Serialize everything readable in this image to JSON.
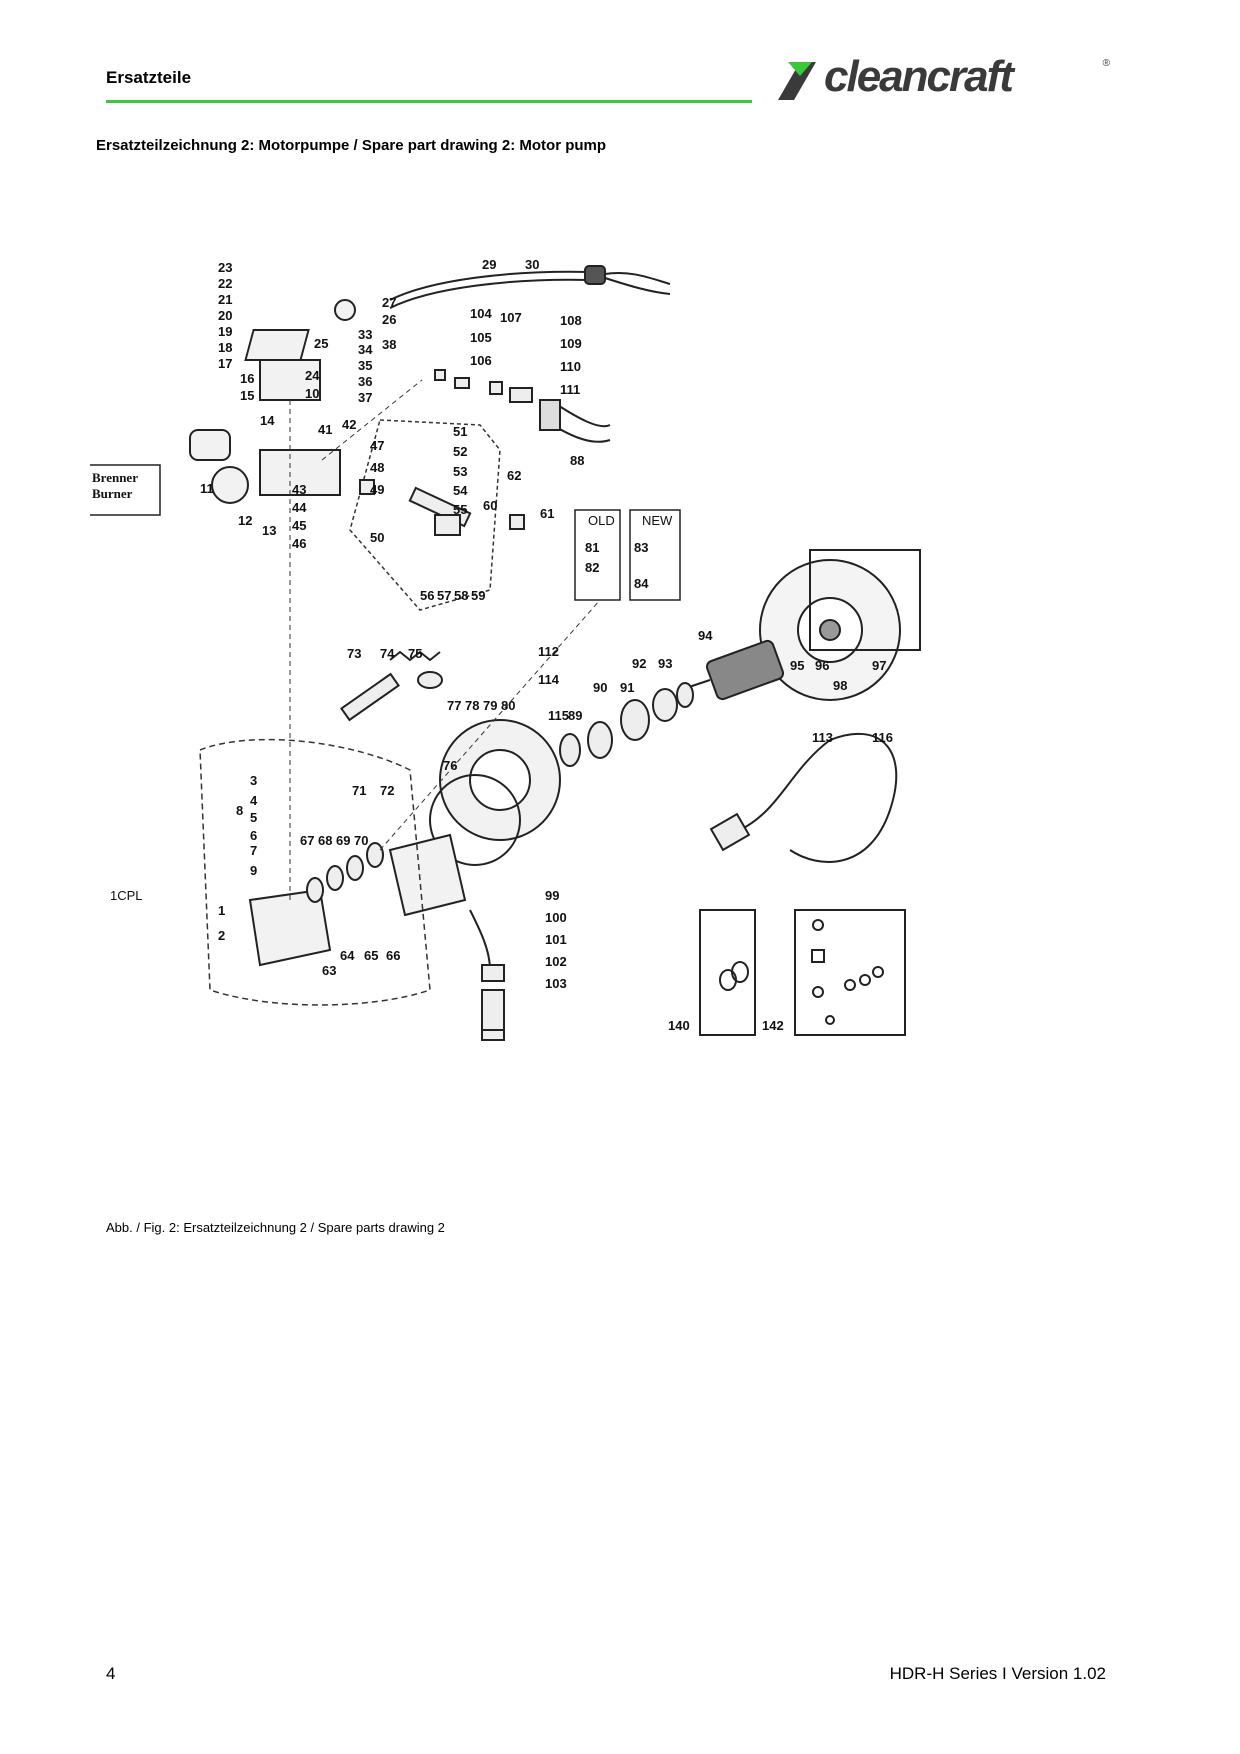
{
  "header": {
    "title": "Ersatzteile",
    "logo_text": "cleancraft",
    "logo_reg": "®",
    "accent_color": "#39c93a"
  },
  "section_title": "Ersatzteilzeichnung 2: Motorpumpe / Spare part drawing 2: Motor pump",
  "drawing": {
    "burner_box": [
      "Brenner",
      "Burner"
    ],
    "old_label": "OLD",
    "new_label": "NEW",
    "group_label": "1CPL",
    "part_numbers": [
      "1",
      "2",
      "3",
      "4",
      "5",
      "6",
      "7",
      "8",
      "9",
      "10",
      "11",
      "12",
      "13",
      "14",
      "15",
      "16",
      "17",
      "18",
      "19",
      "20",
      "21",
      "22",
      "23",
      "24",
      "25",
      "26",
      "27",
      "29",
      "30",
      "33",
      "34",
      "35",
      "36",
      "37",
      "38",
      "41",
      "42",
      "43",
      "44",
      "45",
      "46",
      "47",
      "48",
      "49",
      "50",
      "51",
      "52",
      "53",
      "54",
      "55",
      "56",
      "57",
      "58",
      "59",
      "60",
      "61",
      "62",
      "63",
      "64",
      "65",
      "66",
      "67",
      "68",
      "69",
      "70",
      "71",
      "72",
      "73",
      "74",
      "75",
      "76",
      "77",
      "78",
      "79",
      "80",
      "81",
      "82",
      "83",
      "84",
      "88",
      "89",
      "90",
      "91",
      "92",
      "93",
      "94",
      "95",
      "96",
      "97",
      "98",
      "99",
      "100",
      "101",
      "102",
      "103",
      "104",
      "105",
      "106",
      "107",
      "108",
      "109",
      "110",
      "111",
      "112",
      "113",
      "114",
      "115",
      "116",
      "140",
      "142"
    ]
  },
  "caption": "Abb. / Fig. 2: Ersatzteilzeichnung 2 / Spare parts drawing 2",
  "footer": {
    "page_number": "4",
    "product": "HDR-H Series I Version 1.02"
  }
}
